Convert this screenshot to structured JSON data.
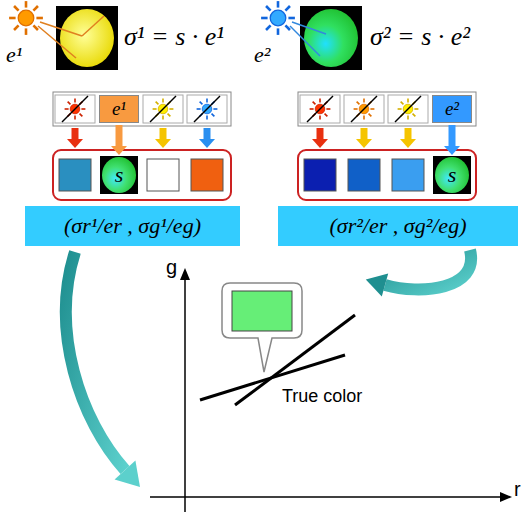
{
  "diagram": {
    "nodes": [
      {
        "text": [
          "e¹"
        ]
      },
      {
        "text": [
          "s"
        ]
      },
      {
        "text": [
          "(σr¹/er , σg¹/eg)"
        ]
      },
      {
        "text": [
          "e²"
        ]
      },
      {
        "text": [
          "s"
        ]
      },
      {
        "text": [
          "(σr²/er , σg²/eg)"
        ]
      }
    ],
    "edges": [
      {
        "from": 0,
        "to": 1,
        "arrow": "to"
      },
      {
        "from": 3,
        "to": 4,
        "arrow": "to"
      }
    ],
    "labels": [
      "e¹",
      "σ¹ = s · e¹",
      "e²",
      "σ² = s · e²",
      "g",
      "True color",
      "r"
    ]
  }
}
